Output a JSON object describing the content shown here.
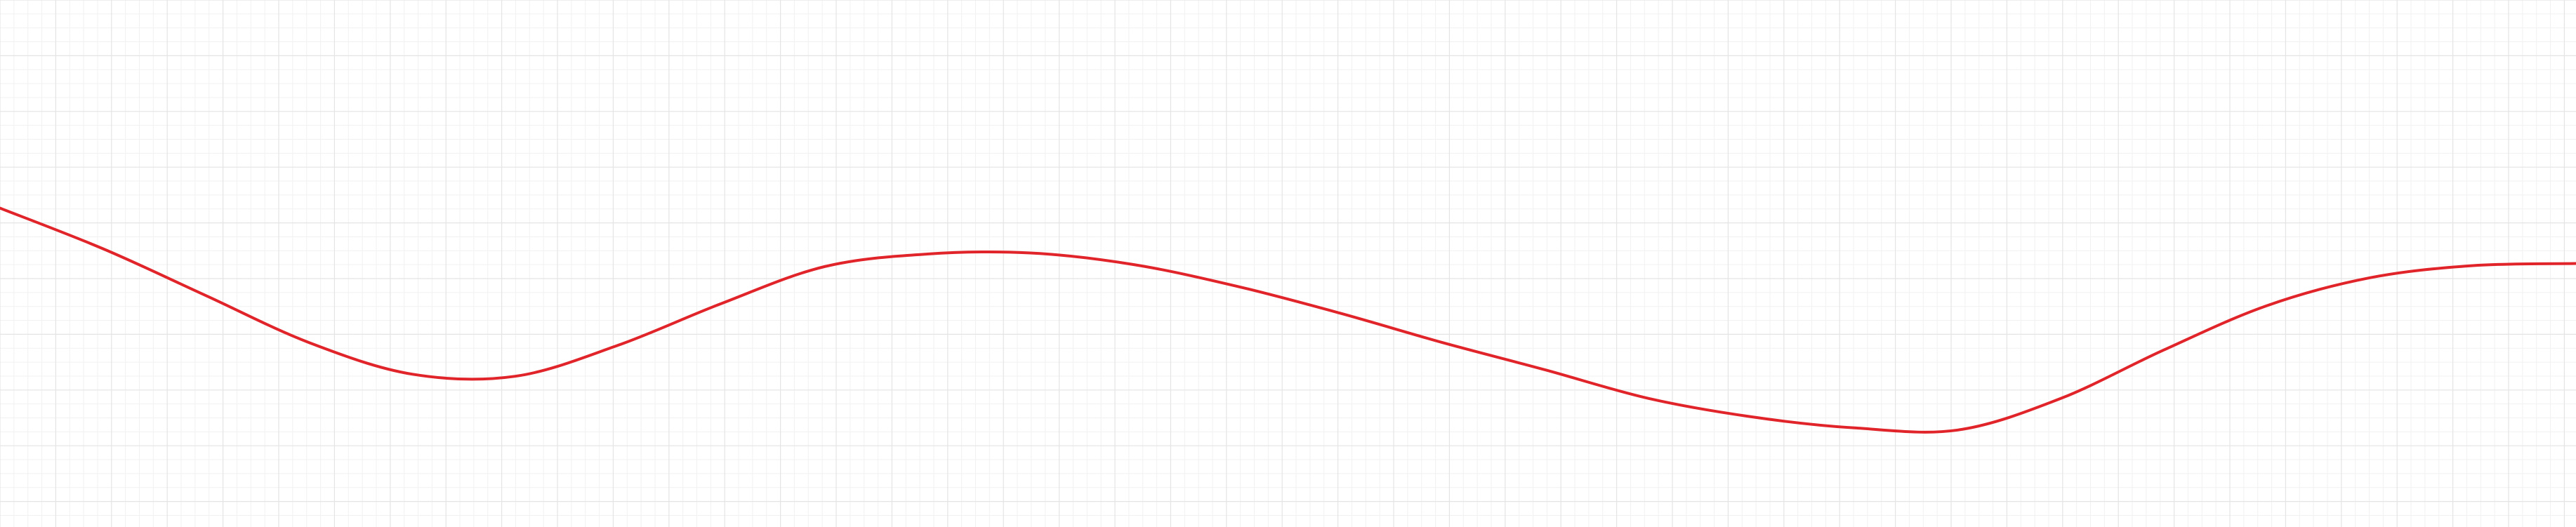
{
  "chart_data": {
    "type": "line",
    "grid": true,
    "xlim": [
      0,
      100
    ],
    "ylim": [
      0,
      100
    ],
    "series": [
      {
        "color": "#e0242a",
        "points": [
          [
            0,
            60.5
          ],
          [
            4,
            52.8
          ],
          [
            8,
            43.9
          ],
          [
            12,
            35.0
          ],
          [
            16,
            29.0
          ],
          [
            20,
            28.6
          ],
          [
            24,
            34.5
          ],
          [
            28,
            42.4
          ],
          [
            32,
            49.4
          ],
          [
            36,
            51.8
          ],
          [
            40,
            52.0
          ],
          [
            44,
            49.8
          ],
          [
            48,
            45.7
          ],
          [
            52,
            40.6
          ],
          [
            56,
            35.0
          ],
          [
            60,
            29.8
          ],
          [
            64,
            24.4
          ],
          [
            68,
            20.9
          ],
          [
            72,
            18.8
          ],
          [
            76,
            18.4
          ],
          [
            80,
            24.4
          ],
          [
            84,
            33.6
          ],
          [
            88,
            42.0
          ],
          [
            92,
            47.3
          ],
          [
            96,
            49.6
          ],
          [
            100,
            50.0
          ]
        ]
      }
    ]
  }
}
